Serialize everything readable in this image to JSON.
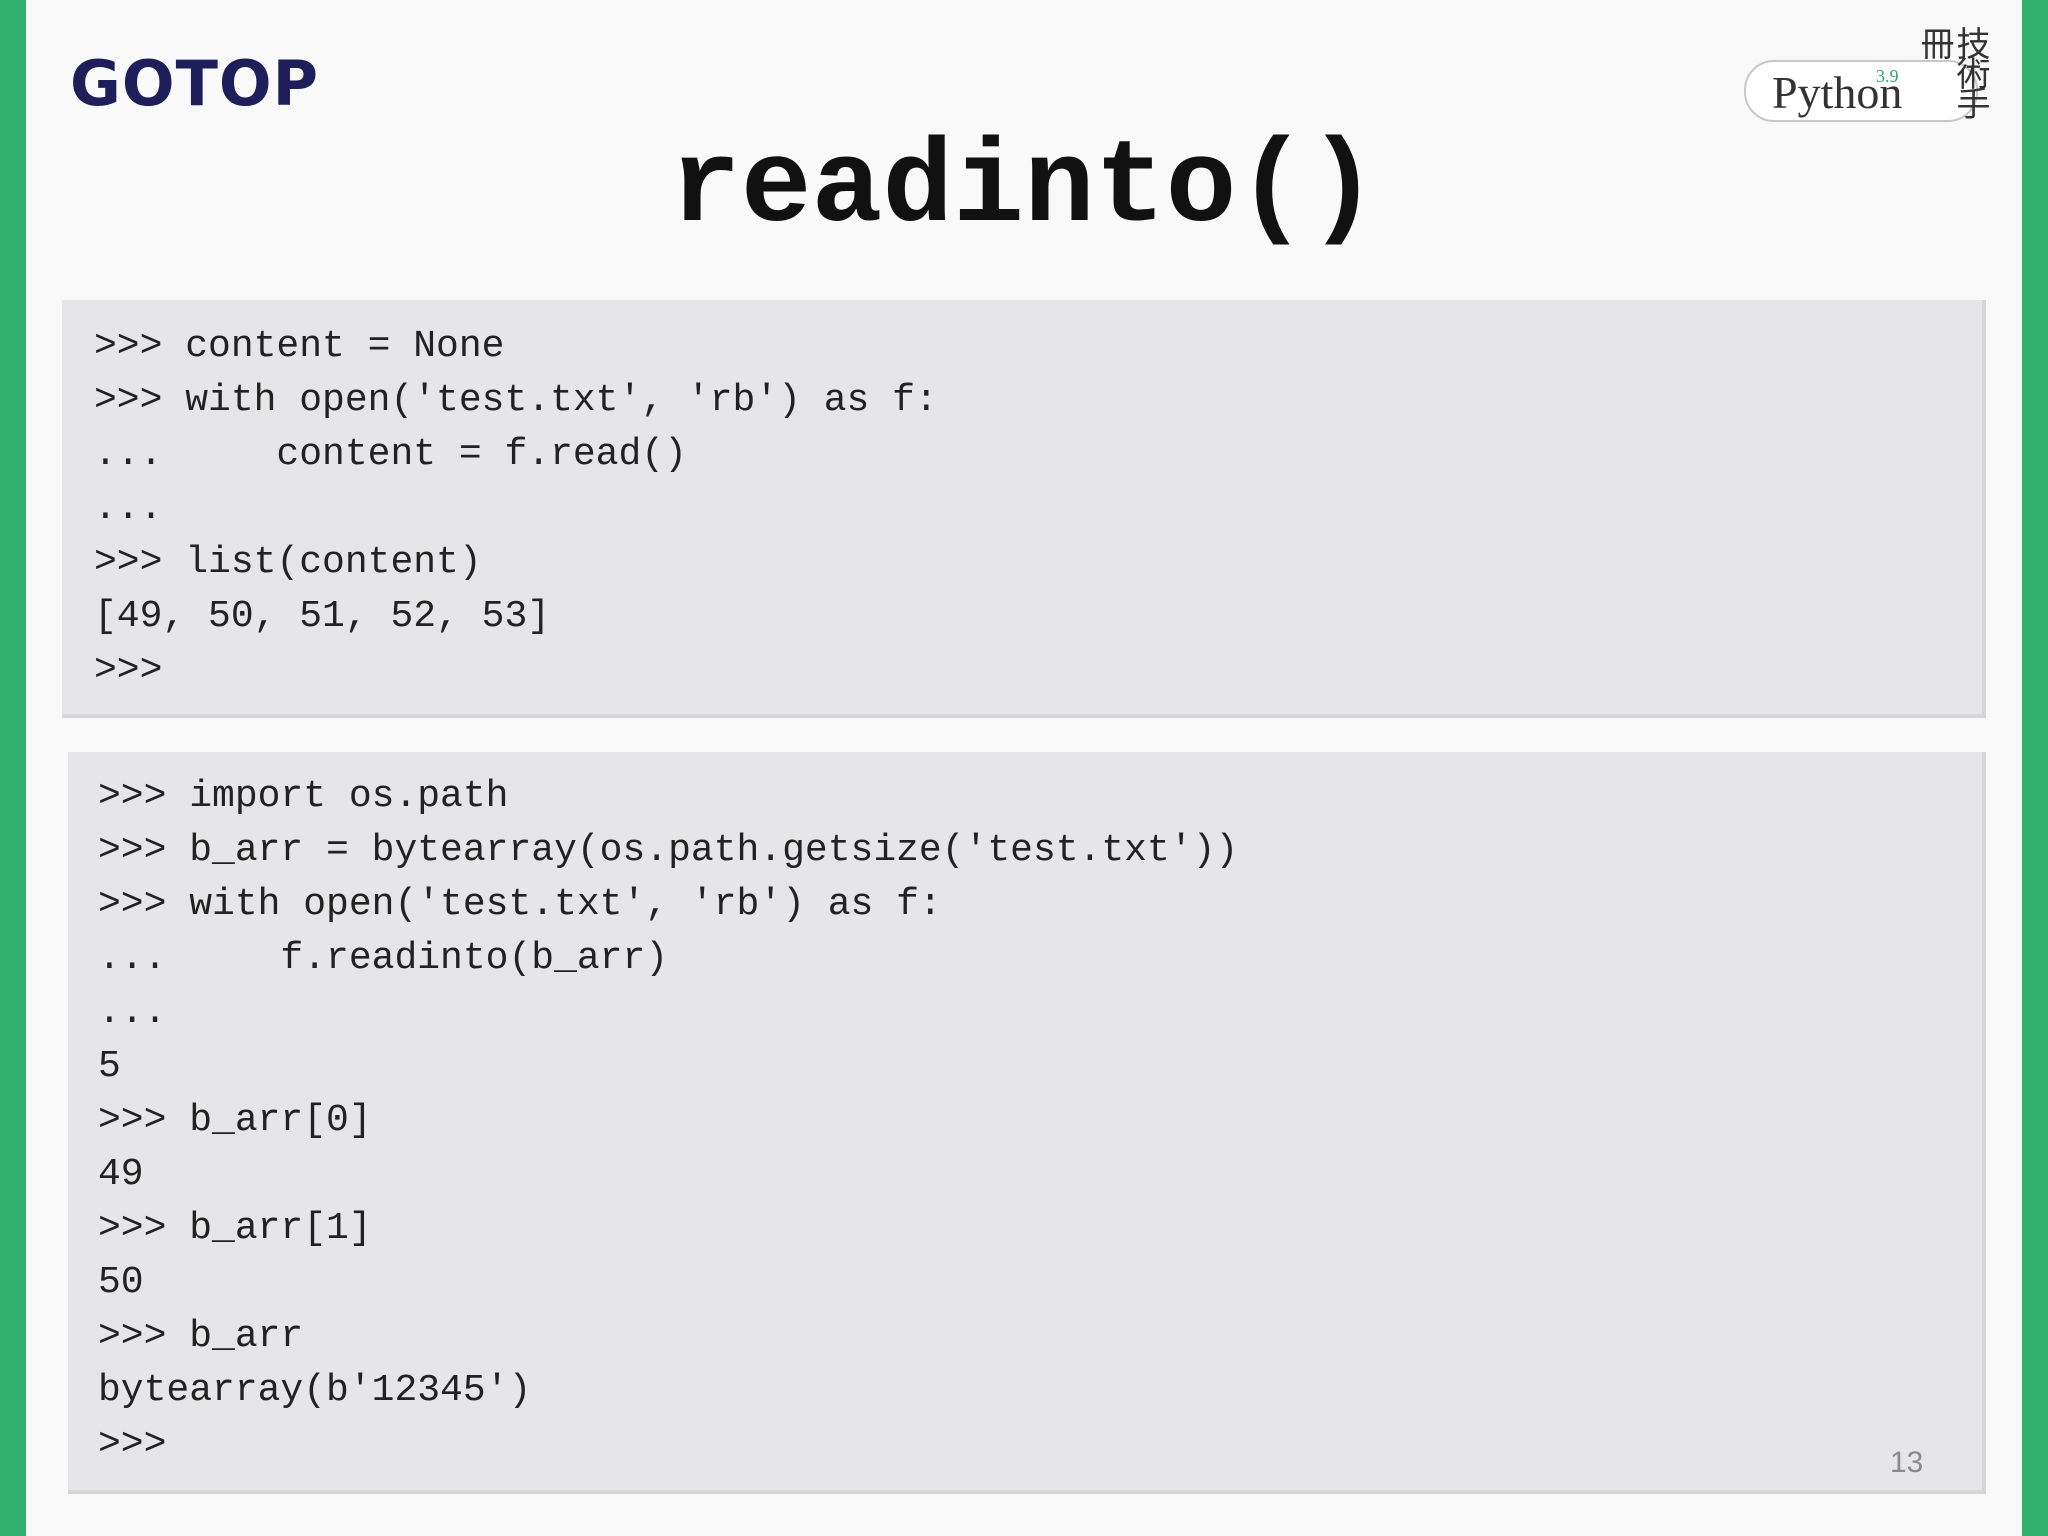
{
  "header": {
    "publisher_logo": "GOTOP",
    "book_logo": {
      "word": "Python",
      "version": "3.9",
      "cjk": "技術手冊"
    }
  },
  "slide": {
    "title": "readinto()",
    "page_number": "13"
  },
  "code_block_1": {
    "lines": [
      ">>> content = None",
      ">>> with open('test.txt', 'rb') as f:",
      "...     content = f.read()",
      "...",
      ">>> list(content)",
      "[49, 50, 51, 52, 53]",
      ">>>"
    ]
  },
  "code_block_2": {
    "lines": [
      ">>> import os.path",
      ">>> b_arr = bytearray(os.path.getsize('test.txt'))",
      ">>> with open('test.txt', 'rb') as f:",
      "...     f.readinto(b_arr)",
      "...",
      "5",
      ">>> b_arr[0]",
      "49",
      ">>> b_arr[1]",
      "50",
      ">>> b_arr",
      "bytearray(b'12345')",
      ">>>"
    ]
  },
  "colors": {
    "accent_bar": "#33b06e",
    "code_background": "#e6e6e8",
    "logo_navy": "#1e1e5a"
  }
}
